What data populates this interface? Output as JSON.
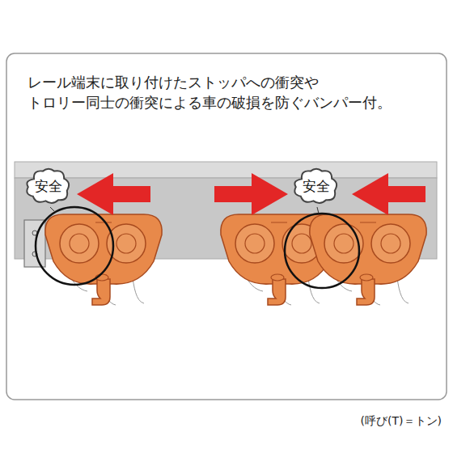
{
  "diagram": {
    "title": "レール端末に取り付けたストッパへの衝突や トロリー同士の衝突による車の破損を防ぐバンパー付。",
    "nodes": [
      {
        "text": [
          "安全"
        ]
      },
      {
        "text": [
          "安全"
        ]
      }
    ],
    "labels": [
      "(呼び(T)＝トン)"
    ]
  }
}
